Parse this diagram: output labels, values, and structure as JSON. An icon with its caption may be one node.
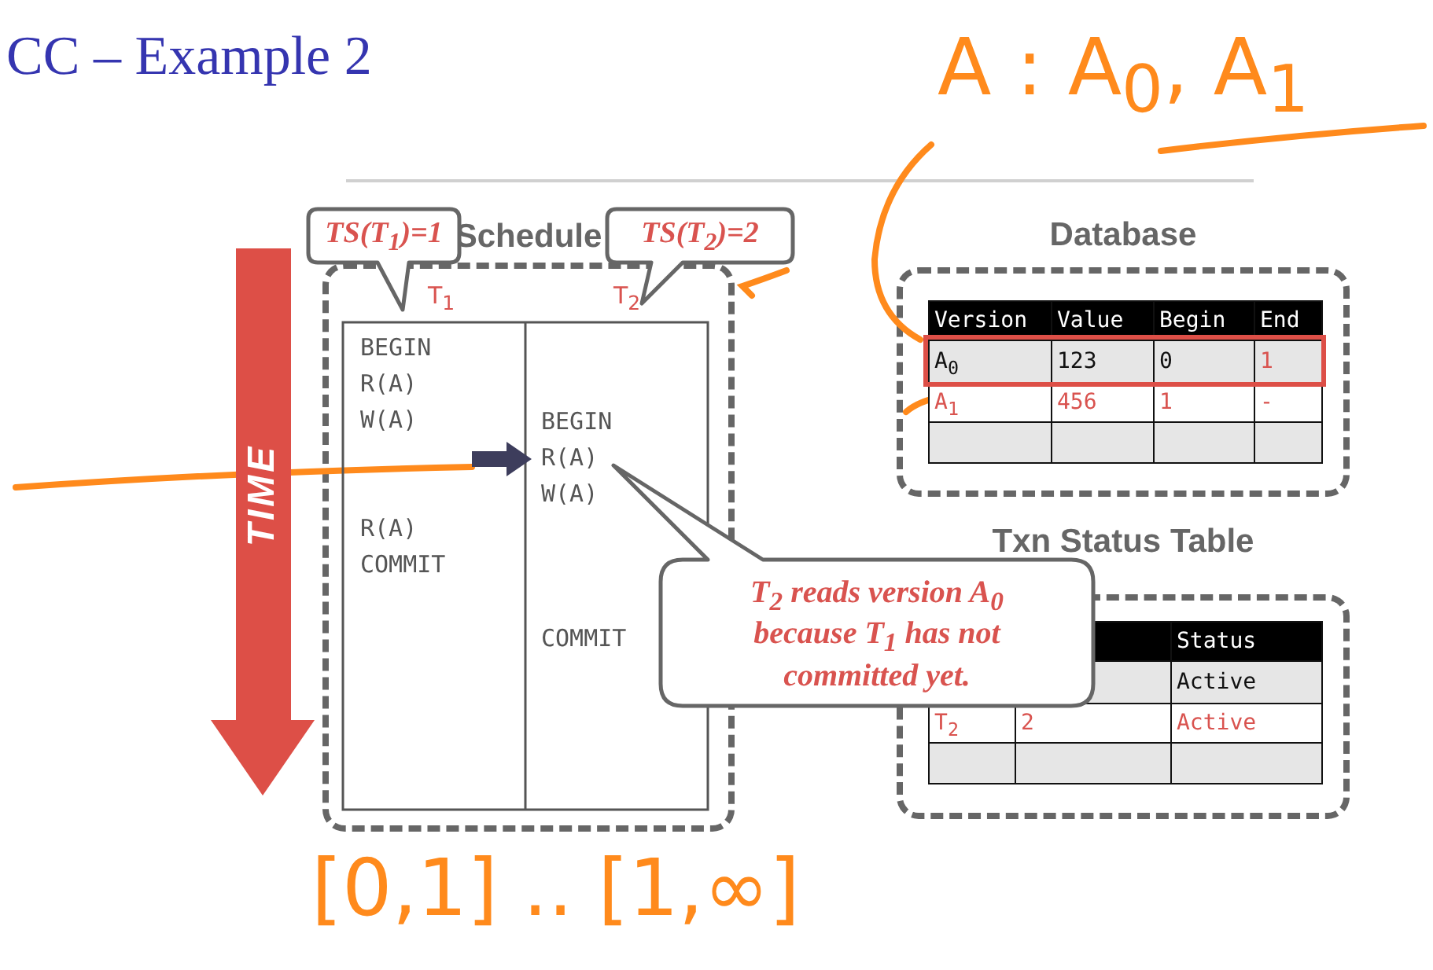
{
  "diagram": {
    "title": "CC – Example 2",
    "nodes": [
      {
        "text": [
          "Schedule"
        ]
      },
      {
        "text": [
          "TS(T$_{1}$)=1"
        ]
      },
      {
        "text": [
          "TS(T$_{2}$)=2"
        ]
      },
      {
        "text": [
          "TIME"
        ]
      },
      {
        "text": [
          "Database"
        ]
      },
      {
        "text": [
          "Txn Status Table"
        ]
      },
      {
        "text": [
          "T$_{2}$ reads version A$_{0}$ because T$_{1}$ has not committed yet."
        ]
      }
    ],
    "labels": [
      "T$_{1}$",
      "T$_{2}$",
      "BEGIN",
      "R(A)",
      "W(A)",
      "R(A)",
      "COMMIT",
      "BEGIN",
      "R(A)",
      "W(A)",
      "COMMIT",
      "Version",
      "Value",
      "Begin",
      "End",
      "A$_{0}$",
      "123",
      "0",
      "1",
      "A$_{1}$",
      "456",
      "1",
      "-",
      "Status",
      "Active",
      "T$_{2}$",
      "2",
      "Active",
      "A : A$_{0}$, A$_{1}$",
      "[0,1] .. [1,∞]"
    ]
  }
}
